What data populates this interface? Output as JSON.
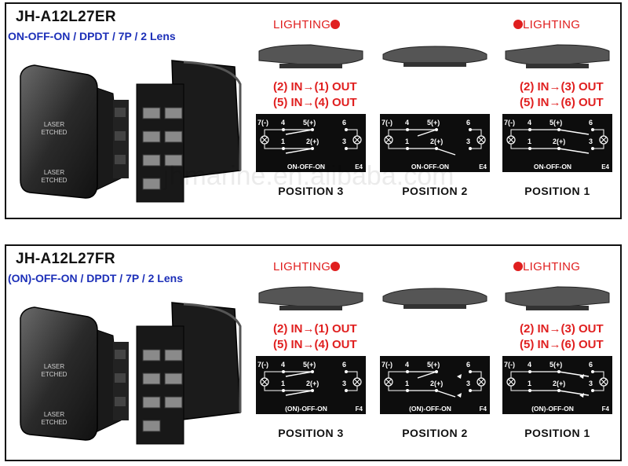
{
  "panels": [
    {
      "model": "JH-A12L27ER",
      "subtitle": "ON-OFF-ON / DPDT / 7P /  2  Lens",
      "lens_text": [
        "LASER",
        "ETCHED"
      ],
      "lighting_left": "LIGHTING",
      "lighting_right": "LIGHTING",
      "io_left": [
        "(2) IN→(1) OUT",
        "(5) IN→(4) OUT"
      ],
      "io_right": [
        "(2) IN→(3) OUT",
        "(5) IN→(6) OUT"
      ],
      "diagrams": [
        {
          "mode": "ON-OFF-ON",
          "code": "E4",
          "position": "POSITION  3"
        },
        {
          "mode": "ON-OFF-ON",
          "code": "E4",
          "position": "POSITION  2"
        },
        {
          "mode": "ON-OFF-ON",
          "code": "E4",
          "position": "POSITION  1"
        }
      ]
    },
    {
      "model": "JH-A12L27FR",
      "subtitle": "(ON)-OFF-ON / DPDT / 7P /  2  Lens",
      "lens_text": [
        "LASER",
        "ETCHED"
      ],
      "lighting_left": "LIGHTING",
      "lighting_right": "LIGHTING",
      "io_left": [
        "(2) IN→(1) OUT",
        "(5) IN→(4) OUT"
      ],
      "io_right": [
        "(2) IN→(3) OUT",
        "(5) IN→(6) OUT"
      ],
      "diagrams": [
        {
          "mode": "(ON)-OFF-ON",
          "code": "F4",
          "position": "POSITION  3"
        },
        {
          "mode": "(ON)-OFF-ON",
          "code": "F4",
          "position": "POSITION  2"
        },
        {
          "mode": "(ON)-OFF-ON",
          "code": "F4",
          "position": "POSITION  1"
        }
      ]
    }
  ],
  "terminals": {
    "t7": "7(-)",
    "t4": "4",
    "t5": "5(+)",
    "t6": "6",
    "t1": "1",
    "t2": "2(+)",
    "t3": "3"
  },
  "colors": {
    "accent_red": "#e01f1f",
    "subtitle_blue": "#1c2fb8",
    "schematic_bg": "#0d0d0d"
  },
  "watermark": "jhmarine.en.alibaba.com"
}
